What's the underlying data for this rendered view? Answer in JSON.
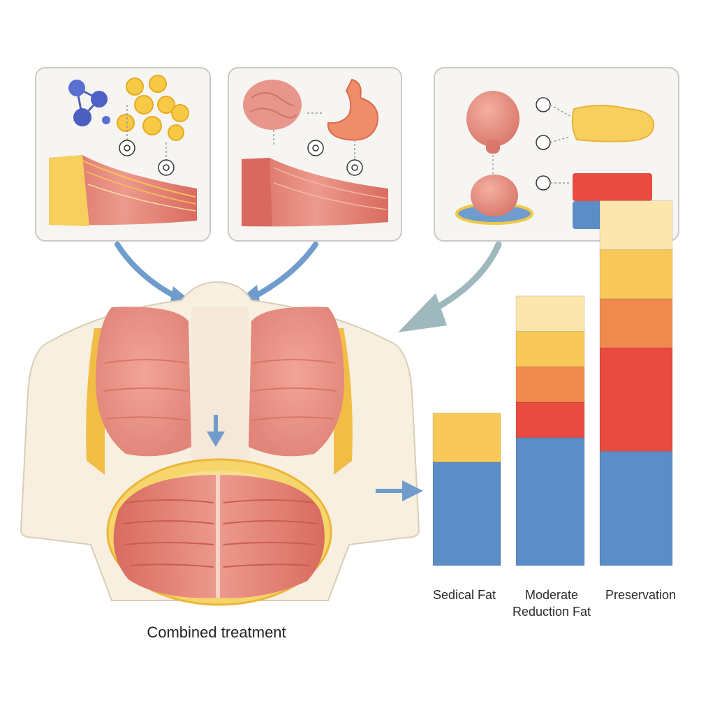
{
  "caption": "Combined treatment",
  "bar_labels": {
    "bar1": "Sedical Fat",
    "bar2_line1": "Moderate",
    "bar2_line2": "Reduction Fat",
    "bar3": "Preservation"
  },
  "colors": {
    "muscle": "#e58a7c",
    "fat": "#f5c64f",
    "bone": "#f6eedc",
    "arrow_blue": "#6f9ccc",
    "arrow_gray": "#9fb8bd",
    "bar_cream": "#fbe7ae",
    "bar_yellow": "#f8c858",
    "bar_orange": "#f08a4e",
    "bar_red": "#e94b40",
    "bar_blue": "#5b8ec6"
  },
  "icons": [
    "molecule-icon",
    "fat-cell-icon",
    "brain-icon",
    "stomach-icon",
    "gear-icon"
  ],
  "chart_data": {
    "type": "bar",
    "stacked": true,
    "categories": [
      "Sedical Fat",
      "Moderate Reduction Fat",
      "Preservation"
    ],
    "title": "",
    "xlabel": "",
    "ylabel": "",
    "series": [
      {
        "values": [
          38,
          47,
          42
        ],
        "color": "#5b8ec6"
      },
      {
        "values": [
          0,
          13,
          38
        ],
        "color": "#e94b40"
      },
      {
        "values": [
          0,
          13,
          18
        ],
        "color": "#f08a4e"
      },
      {
        "values": [
          18,
          13,
          18
        ],
        "color": "#f8c858"
      },
      {
        "values": [
          0,
          13,
          18
        ],
        "color": "#fbe7ae"
      }
    ]
  }
}
